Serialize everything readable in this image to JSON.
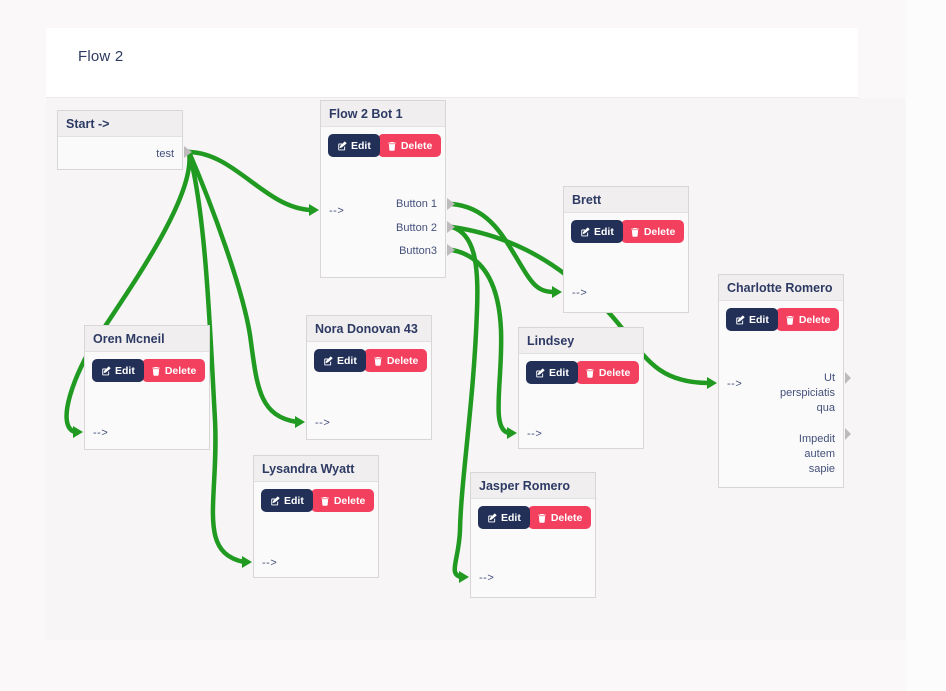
{
  "page": {
    "title": "Flow 2"
  },
  "actions": {
    "edit": "Edit",
    "delete": "Delete"
  },
  "ports": {
    "input_label": "-->"
  },
  "nodes": {
    "start": {
      "title": "Start ->",
      "output": "test"
    },
    "bot": {
      "title": "Flow 2 Bot 1",
      "outputs": [
        "Button 1",
        "Button 2",
        "Button3"
      ]
    },
    "brett": {
      "title": "Brett"
    },
    "charlotte": {
      "title": "Charlotte Romero",
      "outputs": [
        "Ut\nperspiciatis\nqua",
        "Impedit\nautem\nsapie"
      ]
    },
    "oren": {
      "title": "Oren Mcneil"
    },
    "nora": {
      "title": "Nora Donovan 43"
    },
    "lindsey": {
      "title": "Lindsey"
    },
    "lysandra": {
      "title": "Lysandra Wyatt"
    },
    "jasper": {
      "title": "Jasper Romero"
    }
  },
  "edges": [
    {
      "from": "Start -> / test",
      "to": "Flow 2 Bot 1"
    },
    {
      "from": "Start -> / test",
      "to": "Oren Mcneil"
    },
    {
      "from": "Start -> / test",
      "to": "Nora Donovan 43"
    },
    {
      "from": "Start -> / test",
      "to": "Lysandra Wyatt"
    },
    {
      "from": "Flow 2 Bot 1 / Button 1",
      "to": "Brett"
    },
    {
      "from": "Flow 2 Bot 1 / Button 2",
      "to": "Charlotte Romero"
    },
    {
      "from": "Flow 2 Bot 1 / Button 2",
      "to": "Jasper Romero"
    },
    {
      "from": "Flow 2 Bot 1 / Button3",
      "to": "Lindsey"
    }
  ],
  "colors": {
    "edge_green": "#219a21",
    "edit_button": "#223057",
    "delete_button": "#f3405f",
    "title_navy": "#2e3a5f",
    "node_header_bg": "#f0eeef",
    "canvas_bg": "#f7f5f6"
  }
}
